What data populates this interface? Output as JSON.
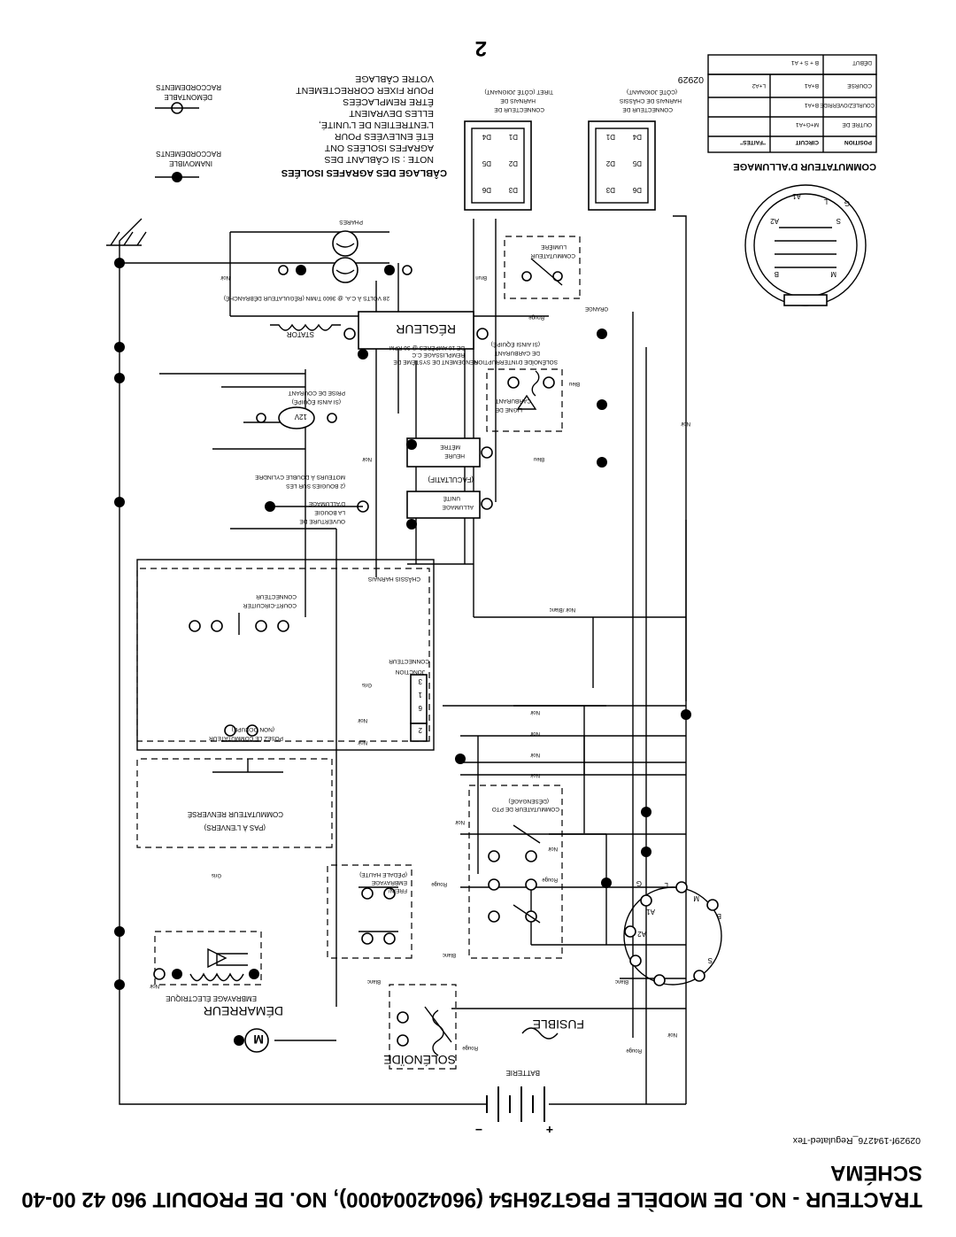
{
  "title_line1": "TRACTEUR - NO. DE MODÈLE PBGT26H54 (96042004000), NO. DE PRODUIT 960 42 00-40",
  "title_line2": "SCHÉMA",
  "drawing_id": "02929f-194276_Regulated-Tex",
  "page_number": "2",
  "ref_number": "02929",
  "components": {
    "demarreur": "DÉMARREUR",
    "solenoide": "SOLÉNOÏDE",
    "fusible": "FUSIBLE",
    "batterie": "BATTERIE",
    "embrayage": "EMBRAYAGE ÉLECTRIQUE",
    "frein_1": "FREIN/",
    "frein_2": "EMBRAYAGE",
    "frein_3": "(PÉDALE HAUTE)",
    "rev_1": "COMMUTATEUR RENVERSÉ",
    "rev_2": "(PAS À L'ENVERS)",
    "pto_1": "COMMUTATEUR DE PTO",
    "pto_2": "(DÉSENGAGÉ)",
    "seat_1": "POSEZ LE COMMUTATEUR",
    "seat_2": "(NON OCCUPÉ)",
    "junction_1": "JONCTION",
    "junction_2": "CONNECTEUR",
    "short_1": "COURT-CIRCUITER",
    "short_2": "CONNECTEUR",
    "chassis_harness": "CHÂSSIS HARNAIS",
    "ignition_1": "ALLUMAGE",
    "ignition_2": "UNITÉ",
    "spark_1": "OUVERTURE DE",
    "spark_2": "LA BOUGIE",
    "spark_3": "D'ALLUMAGE",
    "optional": "(FACULTATIF)",
    "twin_1": "MOTEURS À DOUBLE CYLINDRE",
    "twin_2": "(2 BOUGIES SUR LES",
    "hour_1": "HEURE",
    "hour_2": "MÈTRE",
    "plug_voltage": "12V",
    "plug_1": "PRISE DE COURANT",
    "plug_2": "(SI AINSI ÉQUIPÉ)",
    "fuel_1": "LIGNE DE",
    "fuel_2": "CARBURANT",
    "solfuel_1": "SOLÉNOÏDE D'INTERRUPTION",
    "solfuel_2": "DE CARBURANT",
    "solfuel_3": "(SI AINSI ÉQUIPÉ)",
    "regulator": "RÉGLEUR",
    "charge_1": "RENDEMENT DE SYSTÈME DE",
    "charge_2": "REMPLISSAGE C.C",
    "charge_3": "DE 16 AMPÈRES @ 36 RPM",
    "stator": "STATOR",
    "stator_ac": "28 VOLTS À C.A. @ 3600 T/MIN (RÉGULATEUR DÉBRANCHÉ)",
    "light_1": "COMMUTATEUR",
    "light_2": "LUMIÈRE",
    "headlights": "PHARES"
  },
  "wire_colors": {
    "noir": "Noir",
    "rouge": "Rouge",
    "blanc": "Blanc",
    "gris": "Gris",
    "bleu": "Bleu",
    "brun": "Brun",
    "orange": "ORANGE",
    "noir_blanc": "Noir /Blanc"
  },
  "ignition_switch": {
    "title": "COMMUTATEUR D'ALLUMAGE",
    "headers": [
      "POSITION",
      "CIRCUIT",
      "\"FAITES\""
    ],
    "rows": [
      [
        "OUTRE DE",
        "M+G+A1",
        ""
      ],
      [
        "COURLEZ/OVERRIDE",
        "B+A1",
        ""
      ],
      [
        "COURSE",
        "B+A1",
        "L+A2"
      ],
      [
        "DÉBUT",
        "B + S + A1",
        ""
      ]
    ],
    "terminals": [
      "B",
      "M",
      "S",
      "A2",
      "A1",
      "G",
      "L"
    ]
  },
  "connectors": {
    "chassis_1": "CONNECTEUR DE",
    "chassis_2": "HARNAIS DE CHÂSSIS",
    "chassis_3": "(CÔTÉ JOIGNANT)",
    "harness_1": "CONNECTEUR DE",
    "harness_2": "HARNAIS DE",
    "harness_3": "TIRET (CÔTÉ JOIGNANT)",
    "pins_left": [
      "D6",
      "D5",
      "D4",
      "D3",
      "D2",
      "D1"
    ],
    "pins_right": [
      "D3",
      "D2",
      "D1",
      "D6",
      "D5",
      "D4"
    ]
  },
  "notes": {
    "title": "CÂBLAGE DES AGRAFES ISOLÉES",
    "lines": [
      "NOTE : SI CÂBLANT DES",
      "AGRAFES ISOLÉES ONT",
      "ÉTÉ ENLEVÉES POUR",
      "L'ENTRETIEN DE L'UNITÉ,",
      "ELLES DEVRAIENT",
      "ÊTRE REMPLACÉES",
      "POUR FIXER CORRECTEMENT",
      "VOTRE CÂBLAGE"
    ],
    "legend_fixed_1": "INAMOVIBLE",
    "legend_fixed_2": "RACCORDEMENTS",
    "legend_removable_1": "DÉMONTABLE",
    "legend_removable_2": "RACCORDEMENTS"
  }
}
